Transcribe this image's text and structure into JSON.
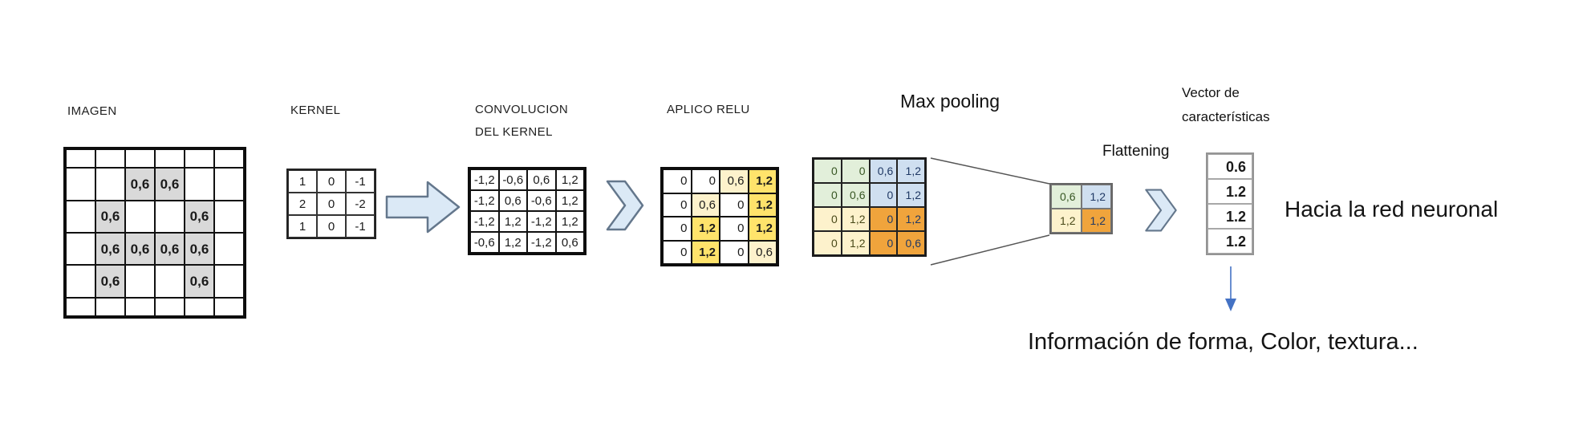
{
  "labels": {
    "imagen": "IMAGEN",
    "kernel": "KERNEL",
    "convolucion_line1": "CONVOLUCION",
    "convolucion_line2": "DEL KERNEL",
    "relu": "APLICO RELU",
    "max_pooling": "Max pooling",
    "flattening": "Flattening",
    "vector_line1": "Vector de",
    "vector_line2": "características",
    "hacia": "Hacia la red neuronal",
    "informacion": "Información de forma, Color, textura..."
  },
  "icons": {
    "arrow_right": "block-arrow-right",
    "chevron_right": "chevron-right",
    "arrow_down": "thin-arrow-down",
    "funnel": "converging-lines"
  },
  "colors": {
    "text": "#1a1a1a",
    "gray": "#d9d9d9",
    "pale": "#fdf2cc",
    "yellow": "#ffe36b",
    "green": "#e2efda",
    "blue": "#cfdff0",
    "orange": "#f0a43c",
    "arrow_fill": "#dbe9f6",
    "arrow_stroke": "#64778c",
    "line": "#555555",
    "blue_arrow": "#4472c4",
    "green_text": "#375623",
    "navy_text": "#1f3864",
    "olive_text": "#494919"
  },
  "matrices": {
    "imagen": {
      "cols": 6,
      "cells": [
        {},
        {},
        {},
        {},
        {},
        {},
        {},
        {},
        {
          "t": "0,6",
          "bg": "gray"
        },
        {
          "t": "0,6",
          "bg": "gray"
        },
        {},
        {},
        {},
        {
          "t": "0,6",
          "bg": "gray"
        },
        {},
        {},
        {
          "t": "0,6",
          "bg": "gray"
        },
        {},
        {},
        {
          "t": "0,6",
          "bg": "gray"
        },
        {
          "t": "0,6",
          "bg": "gray"
        },
        {
          "t": "0,6",
          "bg": "gray"
        },
        {
          "t": "0,6",
          "bg": "gray"
        },
        {},
        {},
        {
          "t": "0,6",
          "bg": "gray"
        },
        {},
        {},
        {
          "t": "0,6",
          "bg": "gray"
        },
        {},
        {},
        {},
        {},
        {},
        {},
        {}
      ]
    },
    "kernel": {
      "cols": 3,
      "cells": [
        {
          "t": "1"
        },
        {
          "t": "0"
        },
        {
          "t": "-1"
        },
        {
          "t": "2"
        },
        {
          "t": "0"
        },
        {
          "t": "-2"
        },
        {
          "t": "1"
        },
        {
          "t": "0"
        },
        {
          "t": "-1"
        }
      ]
    },
    "conv": {
      "cols": 4,
      "cells": [
        {
          "t": "-1,2"
        },
        {
          "t": "-0,6"
        },
        {
          "t": "0,6"
        },
        {
          "t": "1,2"
        },
        {
          "t": "-1,2"
        },
        {
          "t": "0,6"
        },
        {
          "t": "-0,6"
        },
        {
          "t": "1,2"
        },
        {
          "t": "-1,2"
        },
        {
          "t": "1,2"
        },
        {
          "t": "-1,2"
        },
        {
          "t": "1,2"
        },
        {
          "t": "-0,6"
        },
        {
          "t": "1,2"
        },
        {
          "t": "-1,2"
        },
        {
          "t": "0,6"
        }
      ]
    },
    "relu": {
      "cols": 4,
      "cells": [
        {
          "t": "0"
        },
        {
          "t": "0"
        },
        {
          "t": "0,6",
          "bg": "pale"
        },
        {
          "t": "1,2",
          "bg": "yellow",
          "b": 1
        },
        {
          "t": "0"
        },
        {
          "t": "0,6",
          "bg": "pale"
        },
        {
          "t": "0"
        },
        {
          "t": "1,2",
          "bg": "yellow",
          "b": 1
        },
        {
          "t": "0"
        },
        {
          "t": "1,2",
          "bg": "yellow",
          "b": 1
        },
        {
          "t": "0"
        },
        {
          "t": "1,2",
          "bg": "yellow",
          "b": 1
        },
        {
          "t": "0"
        },
        {
          "t": "1,2",
          "bg": "yellow",
          "b": 1
        },
        {
          "t": "0"
        },
        {
          "t": "0,6",
          "bg": "pale"
        }
      ]
    },
    "maxpool": {
      "cols": 4,
      "cells": [
        {
          "t": "0",
          "bg": "green",
          "fg": "green"
        },
        {
          "t": "0",
          "bg": "green",
          "fg": "green"
        },
        {
          "t": "0,6",
          "bg": "blue",
          "fg": "navy"
        },
        {
          "t": "1,2",
          "bg": "blue",
          "fg": "navy"
        },
        {
          "t": "0",
          "bg": "green",
          "fg": "green"
        },
        {
          "t": "0,6",
          "bg": "green",
          "fg": "green"
        },
        {
          "t": "0",
          "bg": "blue",
          "fg": "navy"
        },
        {
          "t": "1,2",
          "bg": "blue",
          "fg": "navy"
        },
        {
          "t": "0",
          "bg": "pale",
          "fg": "olive"
        },
        {
          "t": "1,2",
          "bg": "pale",
          "fg": "olive"
        },
        {
          "t": "0",
          "bg": "orange",
          "fg": "navy"
        },
        {
          "t": "1,2",
          "bg": "orange",
          "fg": "navy"
        },
        {
          "t": "0",
          "bg": "pale",
          "fg": "olive"
        },
        {
          "t": "1,2",
          "bg": "pale",
          "fg": "olive"
        },
        {
          "t": "0",
          "bg": "orange",
          "fg": "navy"
        },
        {
          "t": "0,6",
          "bg": "orange",
          "fg": "navy"
        }
      ]
    },
    "pooled": {
      "cols": 2,
      "cells": [
        {
          "t": "0,6",
          "bg": "green",
          "fg": "green"
        },
        {
          "t": "1,2",
          "bg": "blue",
          "fg": "navy"
        },
        {
          "t": "1,2",
          "bg": "pale",
          "fg": "olive"
        },
        {
          "t": "1,2",
          "bg": "orange",
          "fg": "navy"
        }
      ]
    },
    "vector": {
      "cols": 1,
      "cells": [
        {
          "t": "0.6",
          "b": 1
        },
        {
          "t": "1.2",
          "b": 1
        },
        {
          "t": "1.2",
          "b": 1
        },
        {
          "t": "1.2",
          "b": 1
        }
      ]
    }
  }
}
